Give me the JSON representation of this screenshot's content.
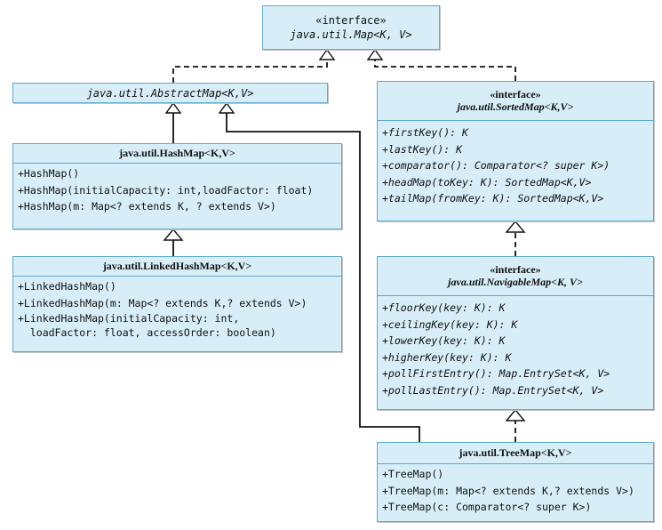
{
  "map_interface": {
    "stereotype": "«interface»",
    "name": "java.util.Map<K, V>"
  },
  "abstract_map": {
    "name": "java.util.AbstractMap<K,V>"
  },
  "hash_map": {
    "name": "java.util.HashMap<K,V>",
    "members": [
      "+HashMap()",
      "+HashMap(initialCapacity: int,loadFactor: float)",
      "+HashMap(m: Map<? extends K, ? extends V>)"
    ]
  },
  "linked_hash_map": {
    "name": "java.util.LinkedHashMap<K,V>",
    "members": [
      "+LinkedHashMap()",
      "+LinkedHashMap(m: Map<? extends K,? extends V>)",
      "+LinkedHashMap(initialCapacity: int,\n  loadFactor: float, accessOrder: boolean)"
    ]
  },
  "sorted_map": {
    "stereotype": "«interface»",
    "name": "java.util.SortedMap<K,V>",
    "members": [
      "+firstKey(): K",
      "+lastKey(): K",
      "+comparator(): Comparator<? super K>)",
      "+headMap(toKey: K): SortedMap<K,V>",
      "+tailMap(fromKey: K): SortedMap<K,V>"
    ]
  },
  "navigable_map": {
    "stereotype": "«interface»",
    "name": "java.util.NavigableMap<K, V>",
    "members": [
      "+floorKey(key: K): K",
      "+ceilingKey(key: K): K",
      "+lowerKey(key: K): K",
      "+higherKey(key: K): K",
      "+pollFirstEntry(): Map.EntrySet<K, V>",
      "+pollLastEntry(): Map.EntrySet<K, V>"
    ]
  },
  "tree_map": {
    "name": "java.util.TreeMap<K,V>",
    "members": [
      "+TreeMap()",
      "+TreeMap(m: Map<? extends K,? extends V>)",
      "+TreeMap(c: Comparator<? super K>)"
    ]
  },
  "colors": {
    "box_fill": "#d7eef8",
    "box_border": "#5fa9cf",
    "line": "#111111"
  }
}
